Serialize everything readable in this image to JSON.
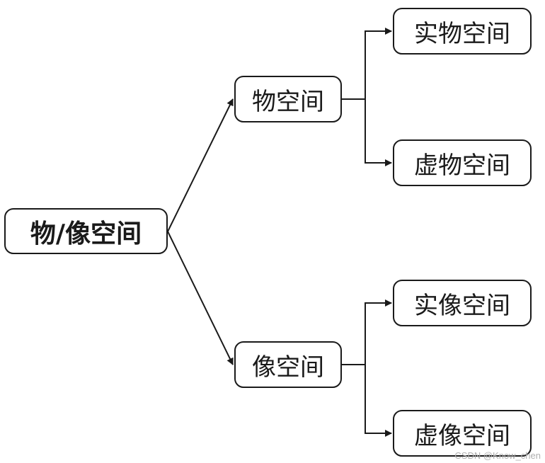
{
  "diagram": {
    "root": "物/像空间",
    "object_space": "物空间",
    "image_space": "像空间",
    "real_object_space": "实物空间",
    "virtual_object_space": "虚物空间",
    "real_image_space": "实像空间",
    "virtual_image_space": "虚像空间"
  },
  "watermark": "CSDN @Know_chen",
  "colors": {
    "stroke": "#1a1a1a",
    "background": "#ffffff",
    "watermark": "#b0b0b0"
  }
}
